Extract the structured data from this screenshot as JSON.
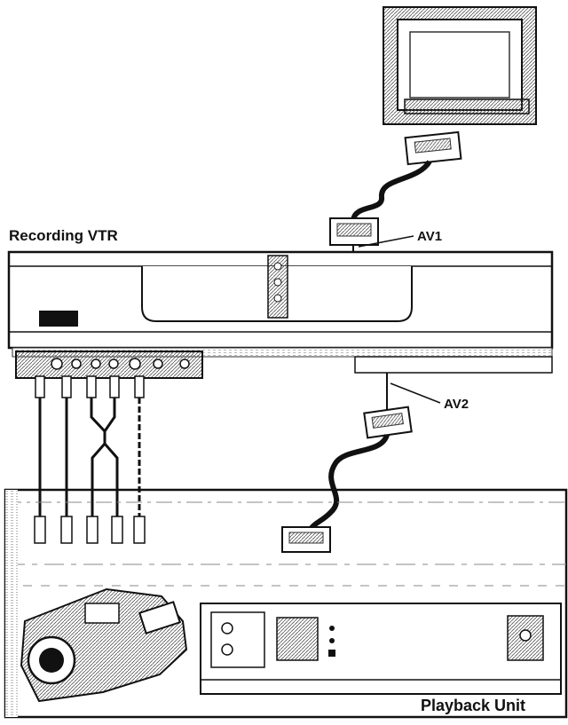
{
  "labels": {
    "recording_vtr": "Recording VTR",
    "av1": "AV1",
    "av2": "AV2",
    "playback_unit": "Playback Unit"
  },
  "colors": {
    "ink": "#111111",
    "paper": "#ffffff",
    "shade": "#8a8a8a",
    "light_shade": "#cfcfcf"
  },
  "icons": [
    "television-icon",
    "scart-plug-icon",
    "rca-plug-icon",
    "camcorder-icon"
  ]
}
